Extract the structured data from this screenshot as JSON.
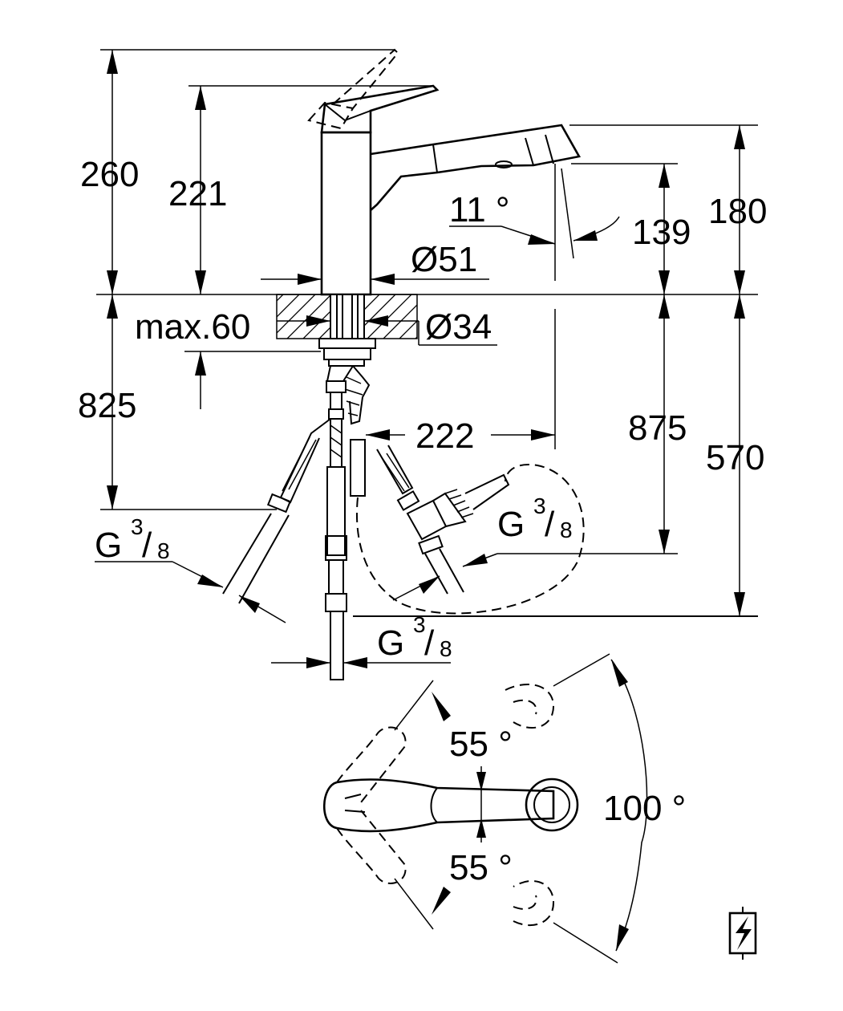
{
  "dimensions": {
    "d260": "260",
    "d221": "221",
    "d180": "180",
    "d139": "139",
    "angle_spray": "11",
    "diameter_body": "51",
    "diameter_hole": "34",
    "max_thickness": "max.60",
    "d825": "825",
    "d875": "875",
    "d570": "570",
    "d222": "222",
    "angle_left": "55",
    "angle_right": "55",
    "angle_total": "100"
  },
  "symbols": {
    "diameter_symbol": "Ø",
    "degree_symbol": "°",
    "thread_letter": "G",
    "thread_num": "3",
    "thread_den": "8"
  },
  "icons": {
    "electric_symbol": "lightning-in-box-icon"
  }
}
